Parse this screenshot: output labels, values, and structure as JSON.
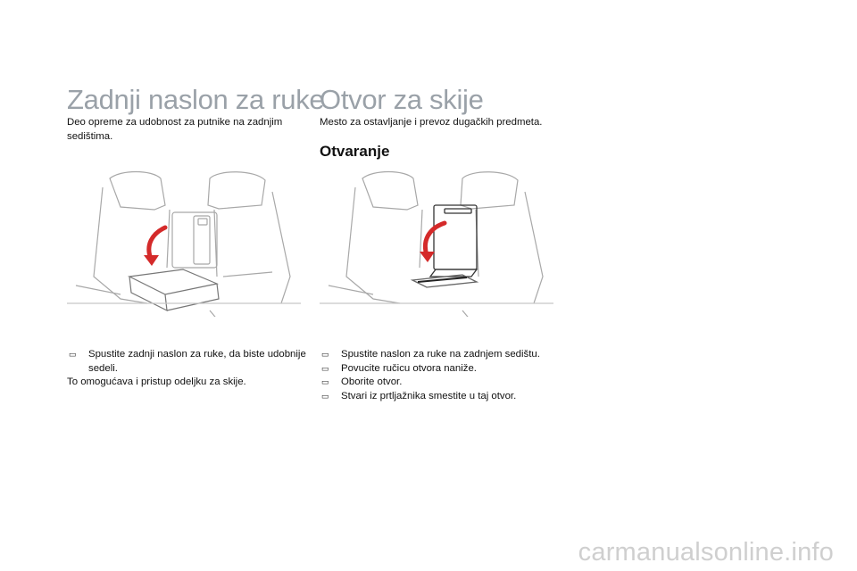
{
  "left": {
    "title": "Zadnji naslon za ruke",
    "intro": "Deo opreme za udobnost za putnike na zadnjim sedištima.",
    "steps": [
      "Spustite zadnji naslon za ruke, da biste udobnije sedeli."
    ],
    "note": "To omogućava i pristup odeljku za skije."
  },
  "right": {
    "title": "Otvor za skije",
    "intro": "Mesto za ostavljanje i prevoz dugačkih predmeta.",
    "subtitle": "Otvaranje",
    "steps": [
      "Spustite naslon za ruke na zadnjem sedištu.",
      "Povucite ručicu otvora naniže.",
      "Oborite otvor.",
      "Stvari iz prtljažnika smestite u taj otvor."
    ]
  },
  "bullet_glyph": "",
  "watermark": "carmanualsonline.info",
  "colors": {
    "title": "#9aa1a8",
    "arrow": "#d42a2a",
    "drawing": "#a8a8a8"
  }
}
